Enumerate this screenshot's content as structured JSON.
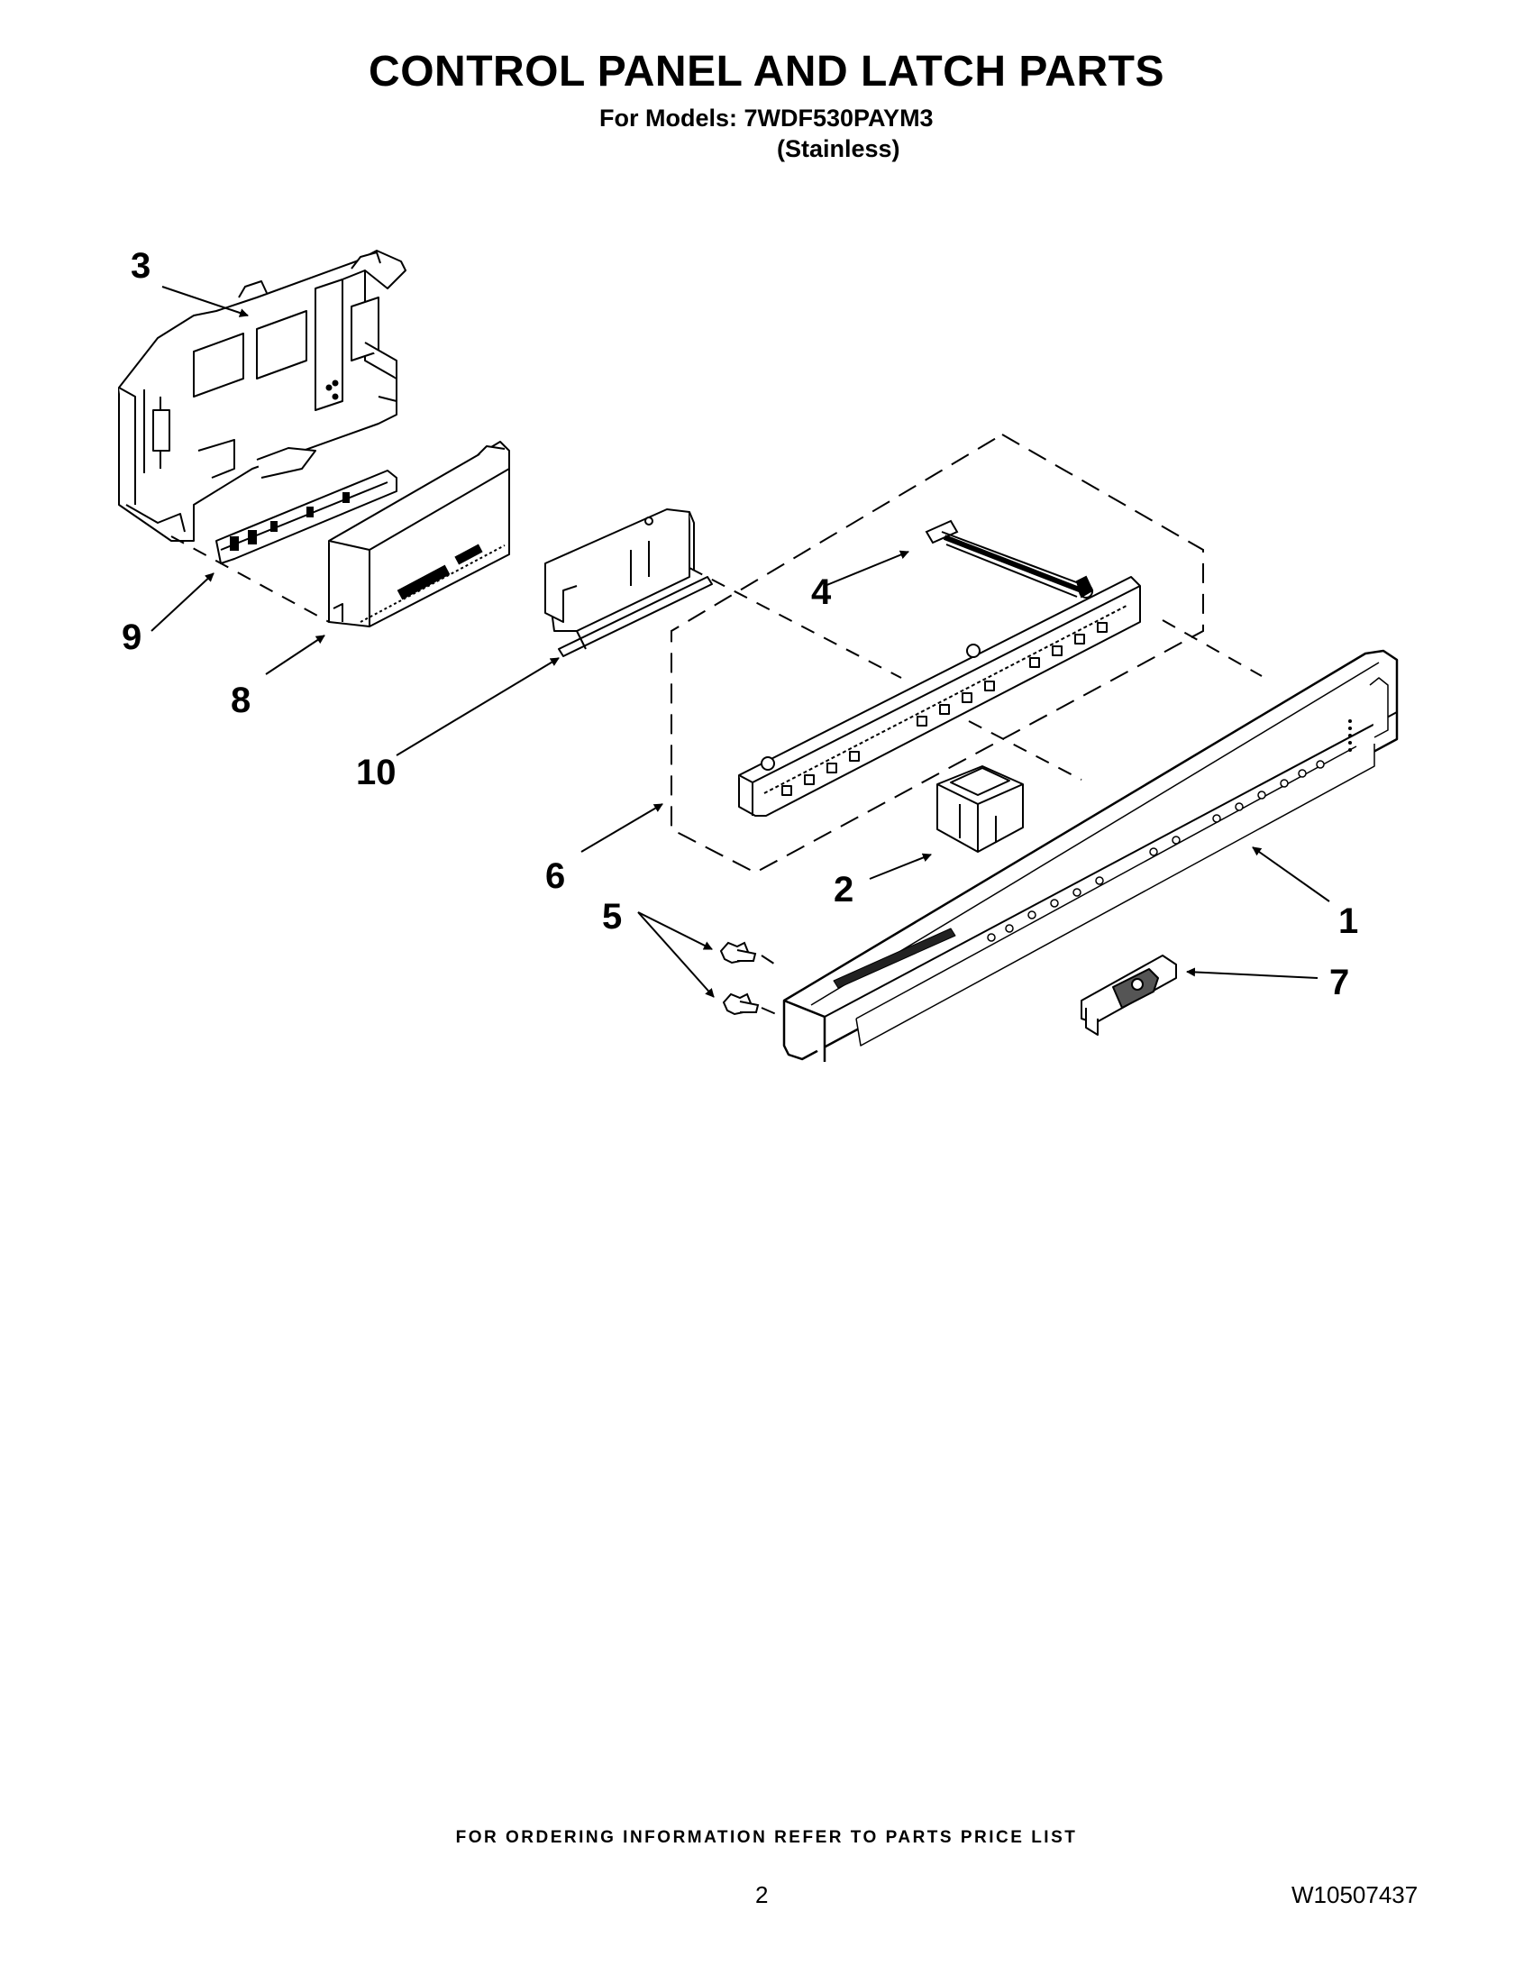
{
  "header": {
    "title": "CONTROL PANEL AND LATCH PARTS",
    "models": "For Models: 7WDF530PAYM3",
    "finish": "(Stainless)"
  },
  "callouts": {
    "c1": "1",
    "c2": "2",
    "c3": "3",
    "c4": "4",
    "c5": "5",
    "c6": "6",
    "c7": "7",
    "c8": "8",
    "c9": "9",
    "c10": "10"
  },
  "footer": {
    "ordering_note": "FOR ORDERING INFORMATION REFER TO PARTS PRICE LIST",
    "page_number": "2",
    "document_number": "W10507437"
  },
  "colors": {
    "ink": "#000000",
    "paper": "#ffffff"
  }
}
